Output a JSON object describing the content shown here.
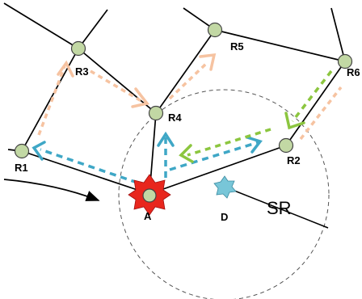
{
  "nodes": {
    "R1": "R1",
    "R2": "R2",
    "R3": "R3",
    "R4": "R4",
    "R5": "R5",
    "R6": "R6",
    "A": "A",
    "D": "D"
  },
  "radius_label": "SR",
  "colors": {
    "node_fill": "#c2d8a4",
    "node_stroke": "#444444",
    "link": "#000000",
    "range_circle": "#555555",
    "star_A": "#e8261d",
    "star_D": "#78c6d8",
    "path_orange": "#f6c3a1",
    "path_blue": "#3fa7c6",
    "path_green": "#8cc63f"
  }
}
